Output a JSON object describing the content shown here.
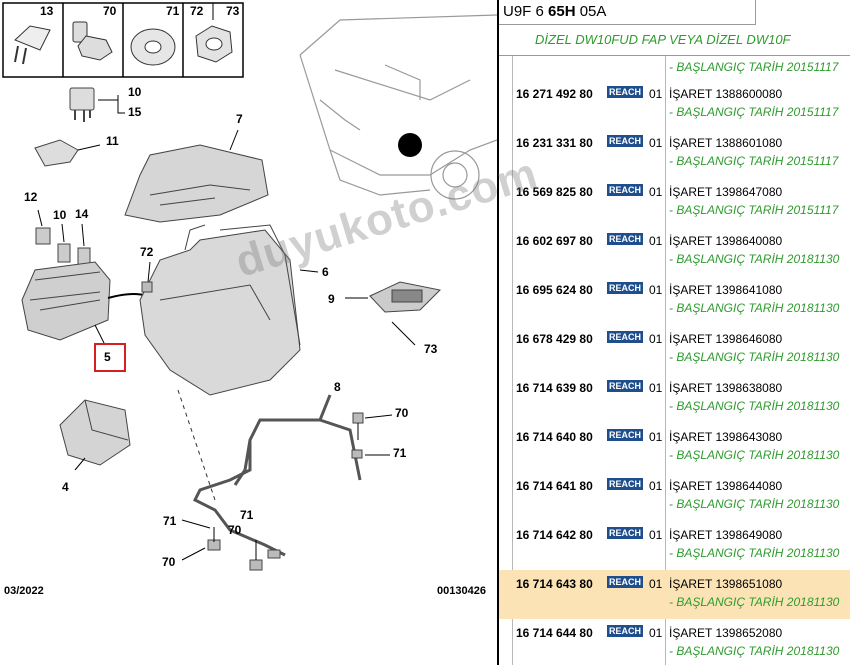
{
  "diagram": {
    "thumb_labels": [
      "13",
      "70",
      "71",
      "72",
      "73"
    ],
    "callouts": {
      "c1": "10",
      "c2": "15",
      "c3": "11",
      "c4": "7",
      "c5": "12",
      "c6": "10",
      "c7": "14",
      "c8": "72",
      "c9": "6",
      "c10": "9",
      "c11": "73",
      "c12": "5",
      "c13": "8",
      "c14": "70",
      "c15": "71",
      "c16": "4",
      "c17": "71",
      "c18": "70",
      "c19": "71",
      "c20": "70"
    },
    "date": "03/2022",
    "diagram_id": "00130426"
  },
  "watermark": "duyukoto.com",
  "panel": {
    "code_prefix": "U9F 6 ",
    "code_bold": "65H",
    "code_suffix": " 05A",
    "engine": "DİZEL DW10FUD FAP VEYA DİZEL DW10F",
    "first_note": "- BAŞLANGIÇ TARİH 20151117",
    "reach_label": "REACH",
    "rows": [
      {
        "pn": "16 271 492 80",
        "qty": "01",
        "sign": "İŞARET 1388600080",
        "note": "- BAŞLANGIÇ TARİH 20151117"
      },
      {
        "pn": "16 231 331 80",
        "qty": "01",
        "sign": "İŞARET 1388601080",
        "note": "- BAŞLANGIÇ TARİH 20151117"
      },
      {
        "pn": "16 569 825 80",
        "qty": "01",
        "sign": "İŞARET 1398647080",
        "note": "- BAŞLANGIÇ TARİH 20151117"
      },
      {
        "pn": "16 602 697 80",
        "qty": "01",
        "sign": "İŞARET 1398640080",
        "note": "- BAŞLANGIÇ TARİH 20181130"
      },
      {
        "pn": "16 695 624 80",
        "qty": "01",
        "sign": "İŞARET 1398641080",
        "note": "- BAŞLANGIÇ TARİH 20181130"
      },
      {
        "pn": "16 678 429 80",
        "qty": "01",
        "sign": "İŞARET 1398646080",
        "note": "- BAŞLANGIÇ TARİH 20181130"
      },
      {
        "pn": "16 714 639 80",
        "qty": "01",
        "sign": "İŞARET 1398638080",
        "note": "- BAŞLANGIÇ TARİH 20181130"
      },
      {
        "pn": "16 714 640 80",
        "qty": "01",
        "sign": "İŞARET 1398643080",
        "note": "- BAŞLANGIÇ TARİH 20181130"
      },
      {
        "pn": "16 714 641 80",
        "qty": "01",
        "sign": "İŞARET 1398644080",
        "note": "- BAŞLANGIÇ TARİH 20181130"
      },
      {
        "pn": "16 714 642 80",
        "qty": "01",
        "sign": "İŞARET 1398649080",
        "note": "- BAŞLANGIÇ TARİH 20181130"
      },
      {
        "pn": "16 714 643 80",
        "qty": "01",
        "sign": "İŞARET 1398651080",
        "note": "- BAŞLANGIÇ TARİH 20181130",
        "highlighted": true
      },
      {
        "pn": "16 714 644 80",
        "qty": "01",
        "sign": "İŞARET 1398652080",
        "note": "- BAŞLANGIÇ TARİH 20181130"
      }
    ]
  },
  "colors": {
    "note_green": "#2e9b2e",
    "highlight": "#fbe3b6",
    "reach_blue": "#1f4e8c",
    "callout_red": "#d62020"
  }
}
